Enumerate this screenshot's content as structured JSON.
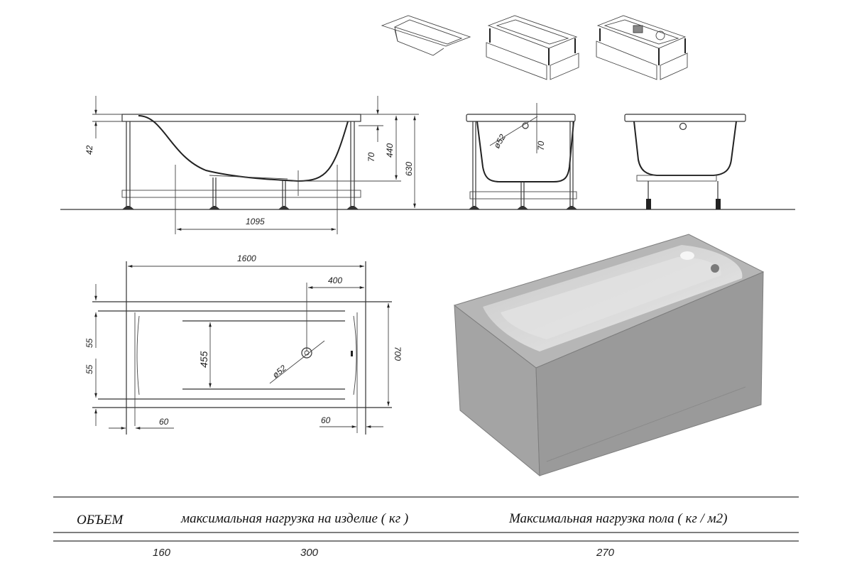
{
  "side_view": {
    "dim_rim": "42",
    "dim_overflow": "70",
    "dim_depth": "440",
    "dim_height": "630",
    "dim_bottom_length": "1095"
  },
  "end_view": {
    "dim_drain_diameter": "ø52",
    "dim_overflow": "70"
  },
  "top_view": {
    "dim_length": "1600",
    "dim_drain_offset": "400",
    "dim_width": "700",
    "dim_bottom_width": "455",
    "dim_drain_diameter": "ø52",
    "dim_side_top": "55",
    "dim_side_bottom": "55",
    "dim_end_left": "60",
    "dim_end_right": "60"
  },
  "table": {
    "headers": [
      "ОБЪЕМ",
      "максимальная нагрузка на изделие ( кг )",
      "Максимальная нагрузка пола ( кг / м2)"
    ],
    "values": [
      "160",
      "300",
      "270"
    ]
  },
  "colors": {
    "line": "#333333",
    "render_face": "#9a9a9a",
    "render_top": "#b4b4b4",
    "render_inner": "#d2d2d2"
  }
}
